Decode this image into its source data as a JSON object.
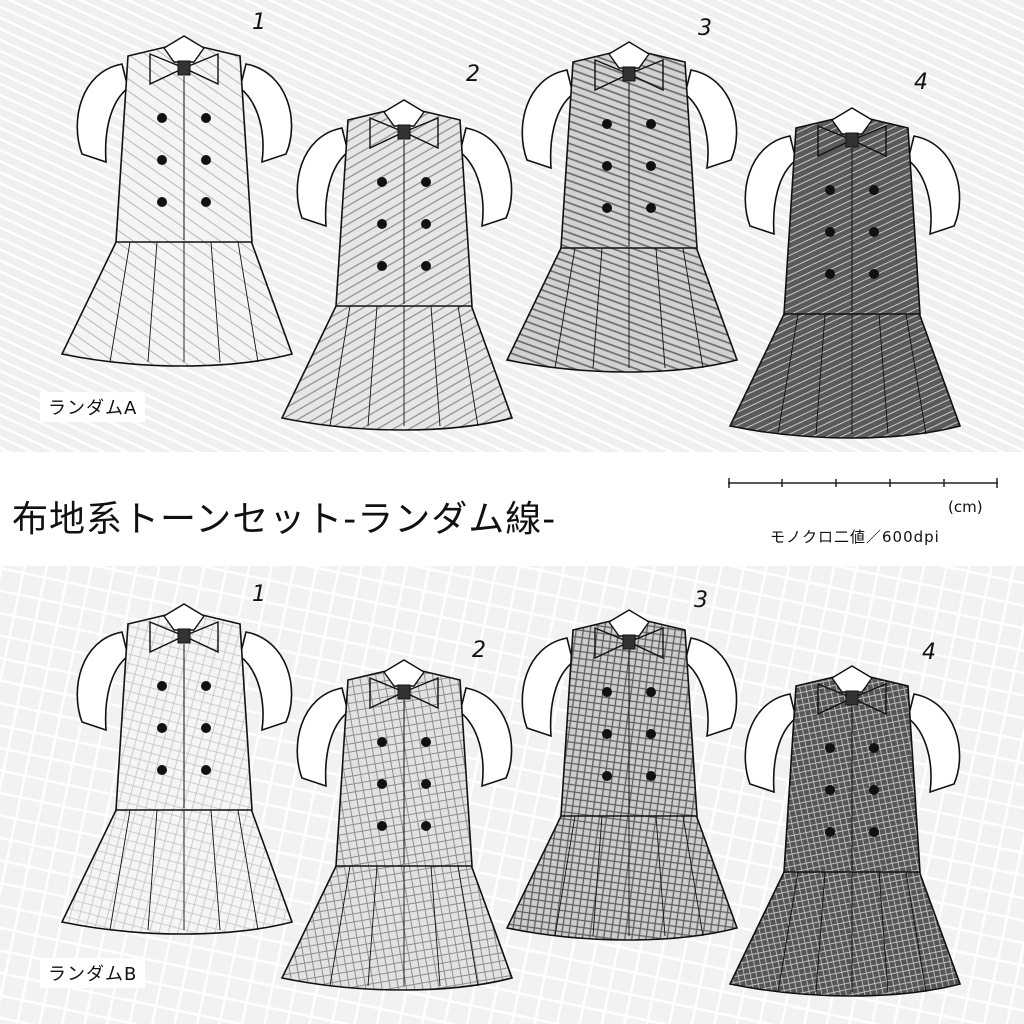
{
  "title": "布地系トーンセット-ランダム線-",
  "scale": {
    "unit": "(cm)",
    "spec": "モノクロ二値／600dpi"
  },
  "sections": [
    {
      "label": "ランダムA",
      "numbers": [
        "1",
        "2",
        "3",
        "4"
      ]
    },
    {
      "label": "ランダムB",
      "numbers": [
        "1",
        "2",
        "3",
        "4"
      ]
    }
  ],
  "tones": [
    "#e4e4e4",
    "#cfcfcf",
    "#a9a9a9",
    "#595959"
  ]
}
